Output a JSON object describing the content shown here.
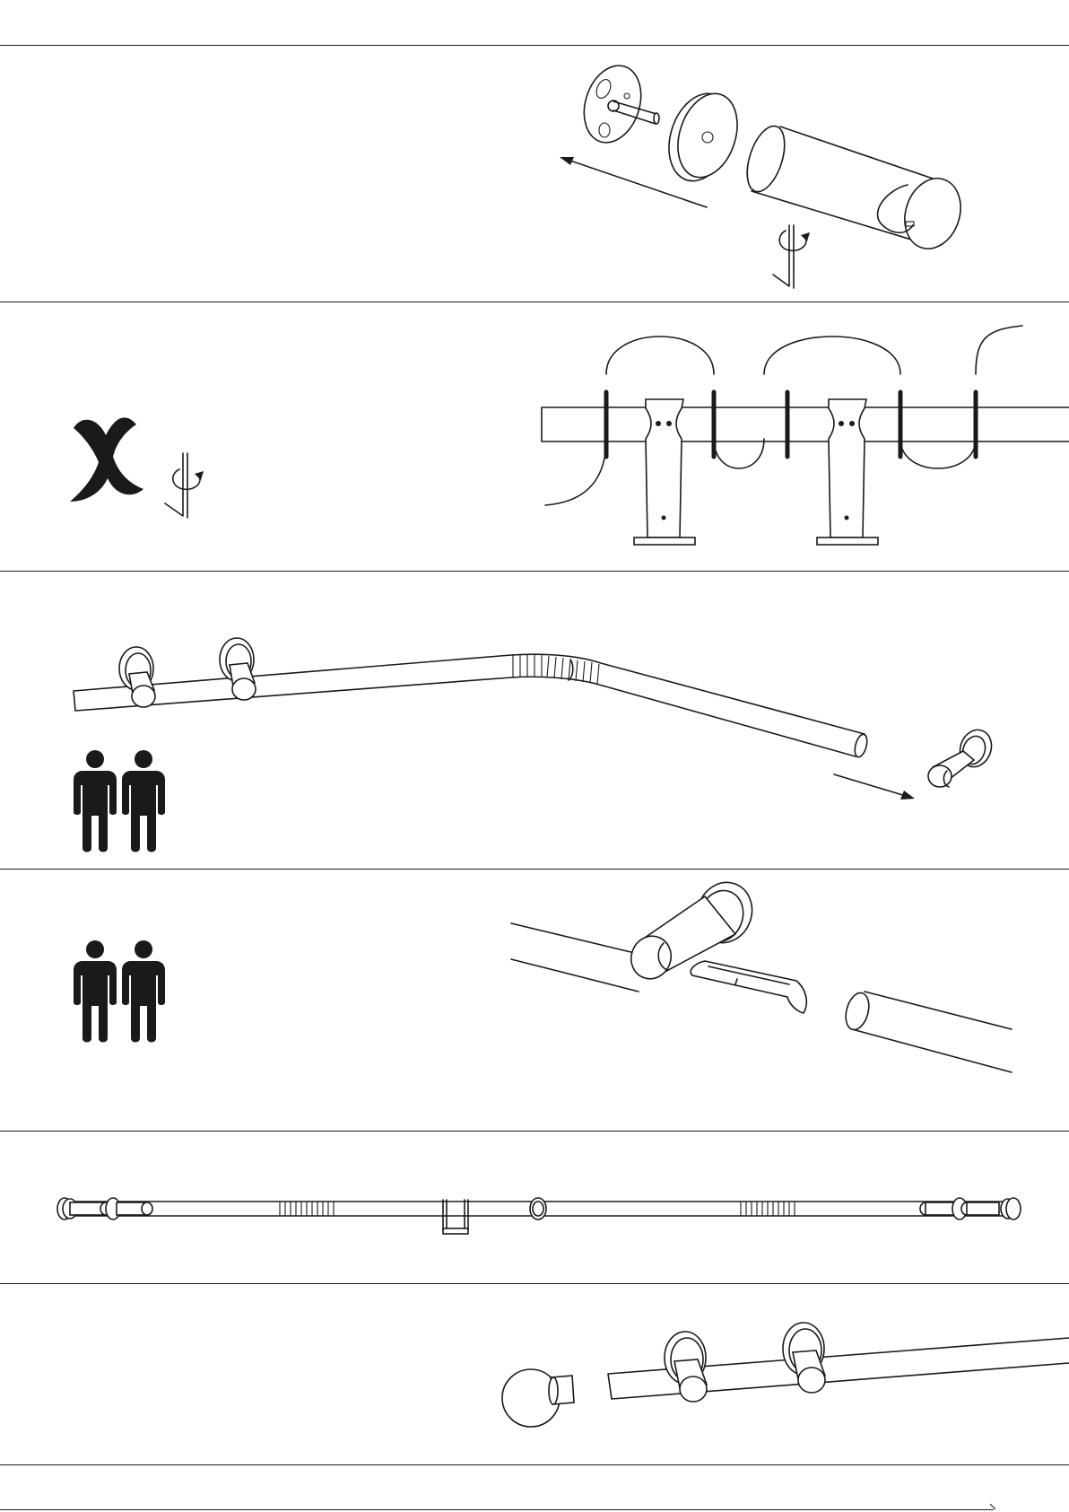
{
  "document": {
    "type": "assembly-instructions",
    "text_content": "",
    "steps": [
      {
        "id": "step-1",
        "depicts": "end-bracket-exploded-with-allen-key"
      },
      {
        "id": "step-2",
        "depicts": "do-not-tighten-screws-with-curtain-rod-brackets"
      },
      {
        "id": "step-3",
        "depicts": "two-persons-slide-bracket-onto-bent-rod"
      },
      {
        "id": "step-4",
        "depicts": "two-persons-join-rod-with-connector"
      },
      {
        "id": "step-5",
        "depicts": "full-rod-assembly-overview"
      },
      {
        "id": "step-6",
        "depicts": "attach-ball-finial-to-rod-end"
      }
    ]
  },
  "icons": {
    "allen_key": "allen-key-icon",
    "cross": "x-mark-icon",
    "persons": "two-persons-icon",
    "arrow": "arrow-icon"
  },
  "colors": {
    "ink": "#1a1a1a",
    "paper": "#ffffff"
  }
}
